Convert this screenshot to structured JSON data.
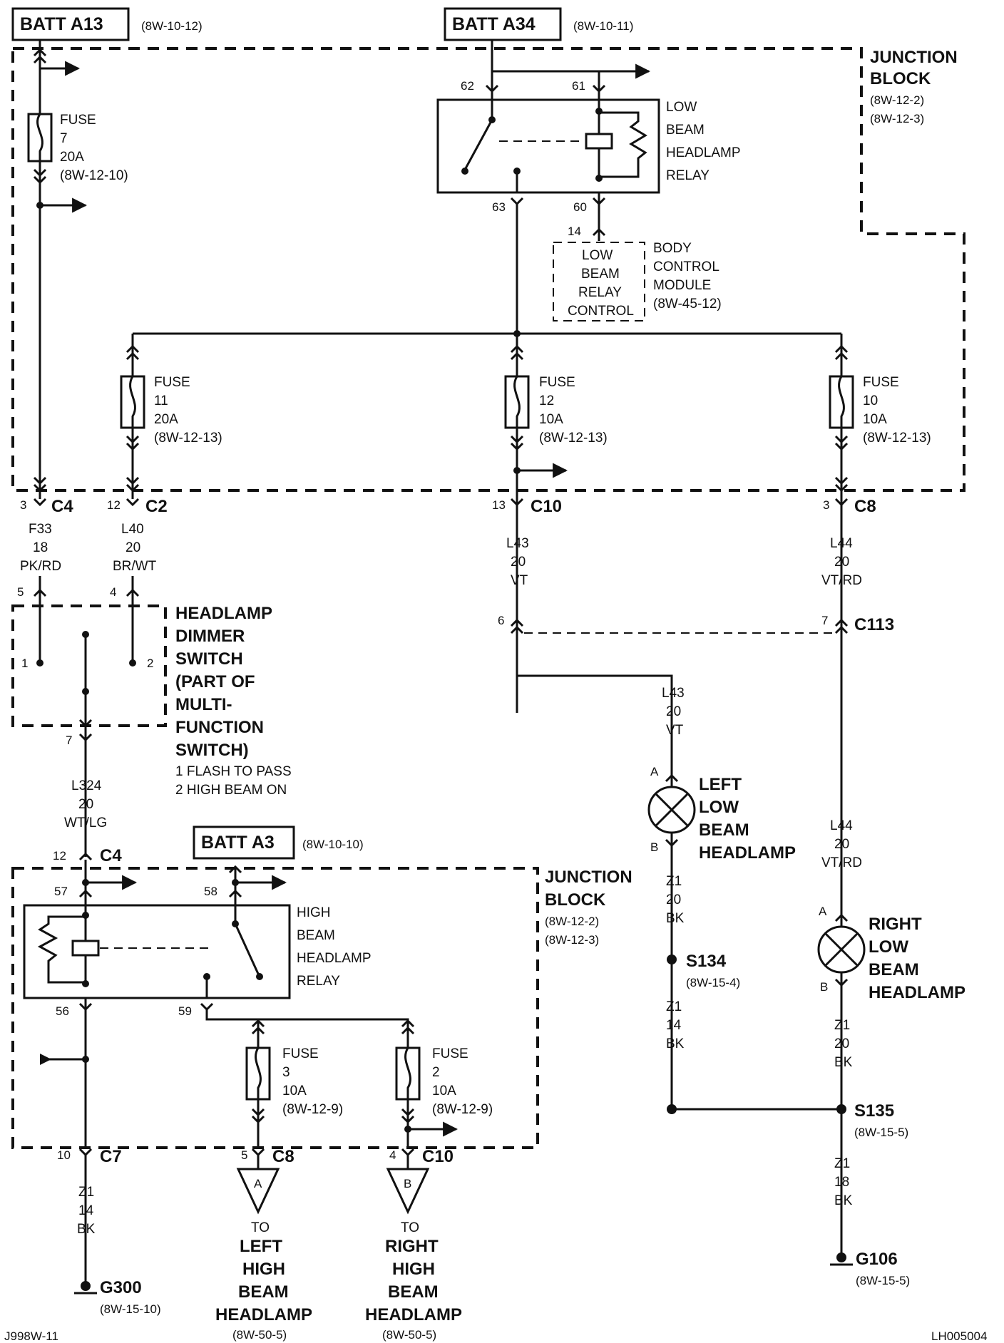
{
  "diagram": {
    "page_ref": "J998W-11",
    "figure_id": "LH005004",
    "power_sources": [
      {
        "label": "BATT A13",
        "ref": "(8W-10-12)"
      },
      {
        "label": "BATT A34",
        "ref": "(8W-10-11)"
      },
      {
        "label": "BATT A3",
        "ref": "(8W-10-10)"
      }
    ],
    "junction_blocks": [
      {
        "title_l1": "JUNCTION",
        "title_l2": "BLOCK",
        "ref1": "(8W-12-2)",
        "ref2": "(8W-12-3)"
      },
      {
        "title_l1": "JUNCTION",
        "title_l2": "BLOCK",
        "ref1": "(8W-12-2)",
        "ref2": "(8W-12-3)"
      }
    ],
    "fuses": [
      {
        "l1": "FUSE",
        "num": "7",
        "amp": "20A",
        "ref": "(8W-12-10)"
      },
      {
        "l1": "FUSE",
        "num": "11",
        "amp": "20A",
        "ref": "(8W-12-13)"
      },
      {
        "l1": "FUSE",
        "num": "12",
        "amp": "10A",
        "ref": "(8W-12-13)"
      },
      {
        "l1": "FUSE",
        "num": "10",
        "amp": "10A",
        "ref": "(8W-12-13)"
      },
      {
        "l1": "FUSE",
        "num": "3",
        "amp": "10A",
        "ref": "(8W-12-9)"
      },
      {
        "l1": "FUSE",
        "num": "2",
        "amp": "10A",
        "ref": "(8W-12-9)"
      }
    ],
    "relays": [
      {
        "l1": "LOW",
        "l2": "BEAM",
        "l3": "HEADLAMP",
        "l4": "RELAY"
      },
      {
        "l1": "HIGH",
        "l2": "BEAM",
        "l3": "HEADLAMP",
        "l4": "RELAY"
      }
    ],
    "bcm": {
      "pin": "14",
      "box_l1": "LOW",
      "box_l2": "BEAM",
      "box_l3": "RELAY",
      "box_l4": "CONTROL",
      "name_l1": "BODY",
      "name_l2": "CONTROL",
      "name_l3": "MODULE",
      "ref": "(8W-45-12)"
    },
    "dimmer": {
      "l1": "HEADLAMP",
      "l2": "DIMMER",
      "l3": "SWITCH",
      "l4": "(PART OF",
      "l5": "MULTI-",
      "l6": "FUNCTION",
      "l7": "SWITCH)",
      "note1": "1 FLASH TO PASS",
      "note2": "2 HIGH BEAM ON",
      "pos1": "1",
      "pos2": "2"
    },
    "pins": {
      "p62": "62",
      "p61": "61",
      "p63": "63",
      "p60": "60",
      "p57": "57",
      "p58": "58",
      "p56": "56",
      "p59": "59",
      "p3": "3",
      "p12": "12",
      "p13": "13",
      "p3b": "3",
      "p5": "5",
      "p4": "4",
      "p7": "7",
      "p12b": "12",
      "p6": "6",
      "p7b": "7",
      "p10": "10",
      "p5b": "5",
      "p4b": "4",
      "pA1": "A",
      "pB1": "B",
      "pA2": "A",
      "pB2": "B"
    },
    "connectors": {
      "c4a": "C4",
      "c2": "C2",
      "c10a": "C10",
      "c8a": "C8",
      "c113": "C113",
      "c4b": "C4",
      "c7": "C7",
      "c8b": "C8",
      "c10b": "C10"
    },
    "wires": [
      {
        "circuit": "F33",
        "gauge": "18",
        "color": "PK/RD"
      },
      {
        "circuit": "L40",
        "gauge": "20",
        "color": "BR/WT"
      },
      {
        "circuit": "L43",
        "gauge": "20",
        "color": "VT"
      },
      {
        "circuit": "L44",
        "gauge": "20",
        "color": "VT/RD"
      },
      {
        "circuit": "L324",
        "gauge": "20",
        "color": "WT/LG"
      },
      {
        "circuit": "L43",
        "gauge": "20",
        "color": "VT"
      },
      {
        "circuit": "L44",
        "gauge": "20",
        "color": "VT/RD"
      },
      {
        "circuit": "Z1",
        "gauge": "20",
        "color": "BK"
      },
      {
        "circuit": "Z1",
        "gauge": "20",
        "color": "BK"
      },
      {
        "circuit": "Z1",
        "gauge": "14",
        "color": "BK"
      },
      {
        "circuit": "Z1",
        "gauge": "18",
        "color": "BK"
      },
      {
        "circuit": "Z1",
        "gauge": "14",
        "color": "BK"
      }
    ],
    "lamps": [
      {
        "l1": "LEFT",
        "l2": "LOW",
        "l3": "BEAM",
        "l4": "HEADLAMP"
      },
      {
        "l1": "RIGHT",
        "l2": "LOW",
        "l3": "BEAM",
        "l4": "HEADLAMP"
      }
    ],
    "splices": [
      {
        "name": "S134",
        "ref": "(8W-15-4)"
      },
      {
        "name": "S135",
        "ref": "(8W-15-5)"
      }
    ],
    "grounds": [
      {
        "name": "G106",
        "ref": "(8W-15-5)"
      },
      {
        "name": "G300",
        "ref": "(8W-15-10)"
      }
    ],
    "offpage": [
      {
        "letter": "A",
        "to": "TO",
        "l1": "LEFT",
        "l2": "HIGH",
        "l3": "BEAM",
        "l4": "HEADLAMP",
        "ref": "(8W-50-5)"
      },
      {
        "letter": "B",
        "to": "TO",
        "l1": "RIGHT",
        "l2": "HIGH",
        "l3": "BEAM",
        "l4": "HEADLAMP",
        "ref": "(8W-50-5)"
      }
    ]
  }
}
